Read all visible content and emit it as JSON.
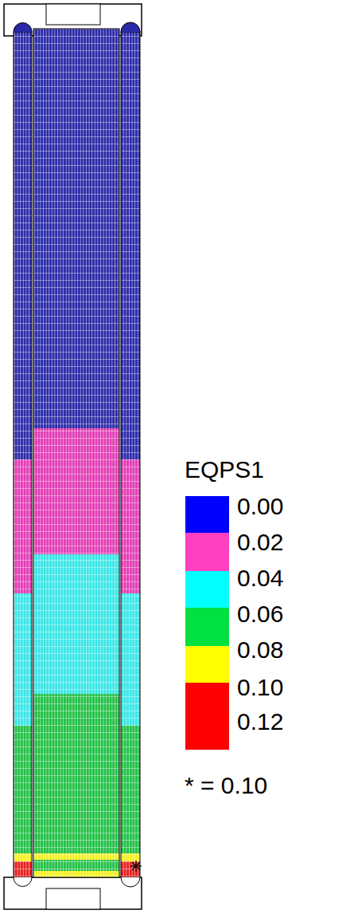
{
  "diagram": {
    "labels": [
      "EQPS1",
      "0.12",
      "* = 0.10"
    ],
    "legend": [
      {
        "text": "0.00",
        "color": "#0000ff"
      },
      {
        "text": "0.02",
        "color": "#ff40c0"
      },
      {
        "text": "0.04",
        "color": "#00ffff"
      },
      {
        "text": "0.06",
        "color": "#00e040"
      },
      {
        "text": "0.08",
        "color": "#ffff00"
      },
      {
        "text": "0.10",
        "color": "#ff0000"
      }
    ]
  }
}
